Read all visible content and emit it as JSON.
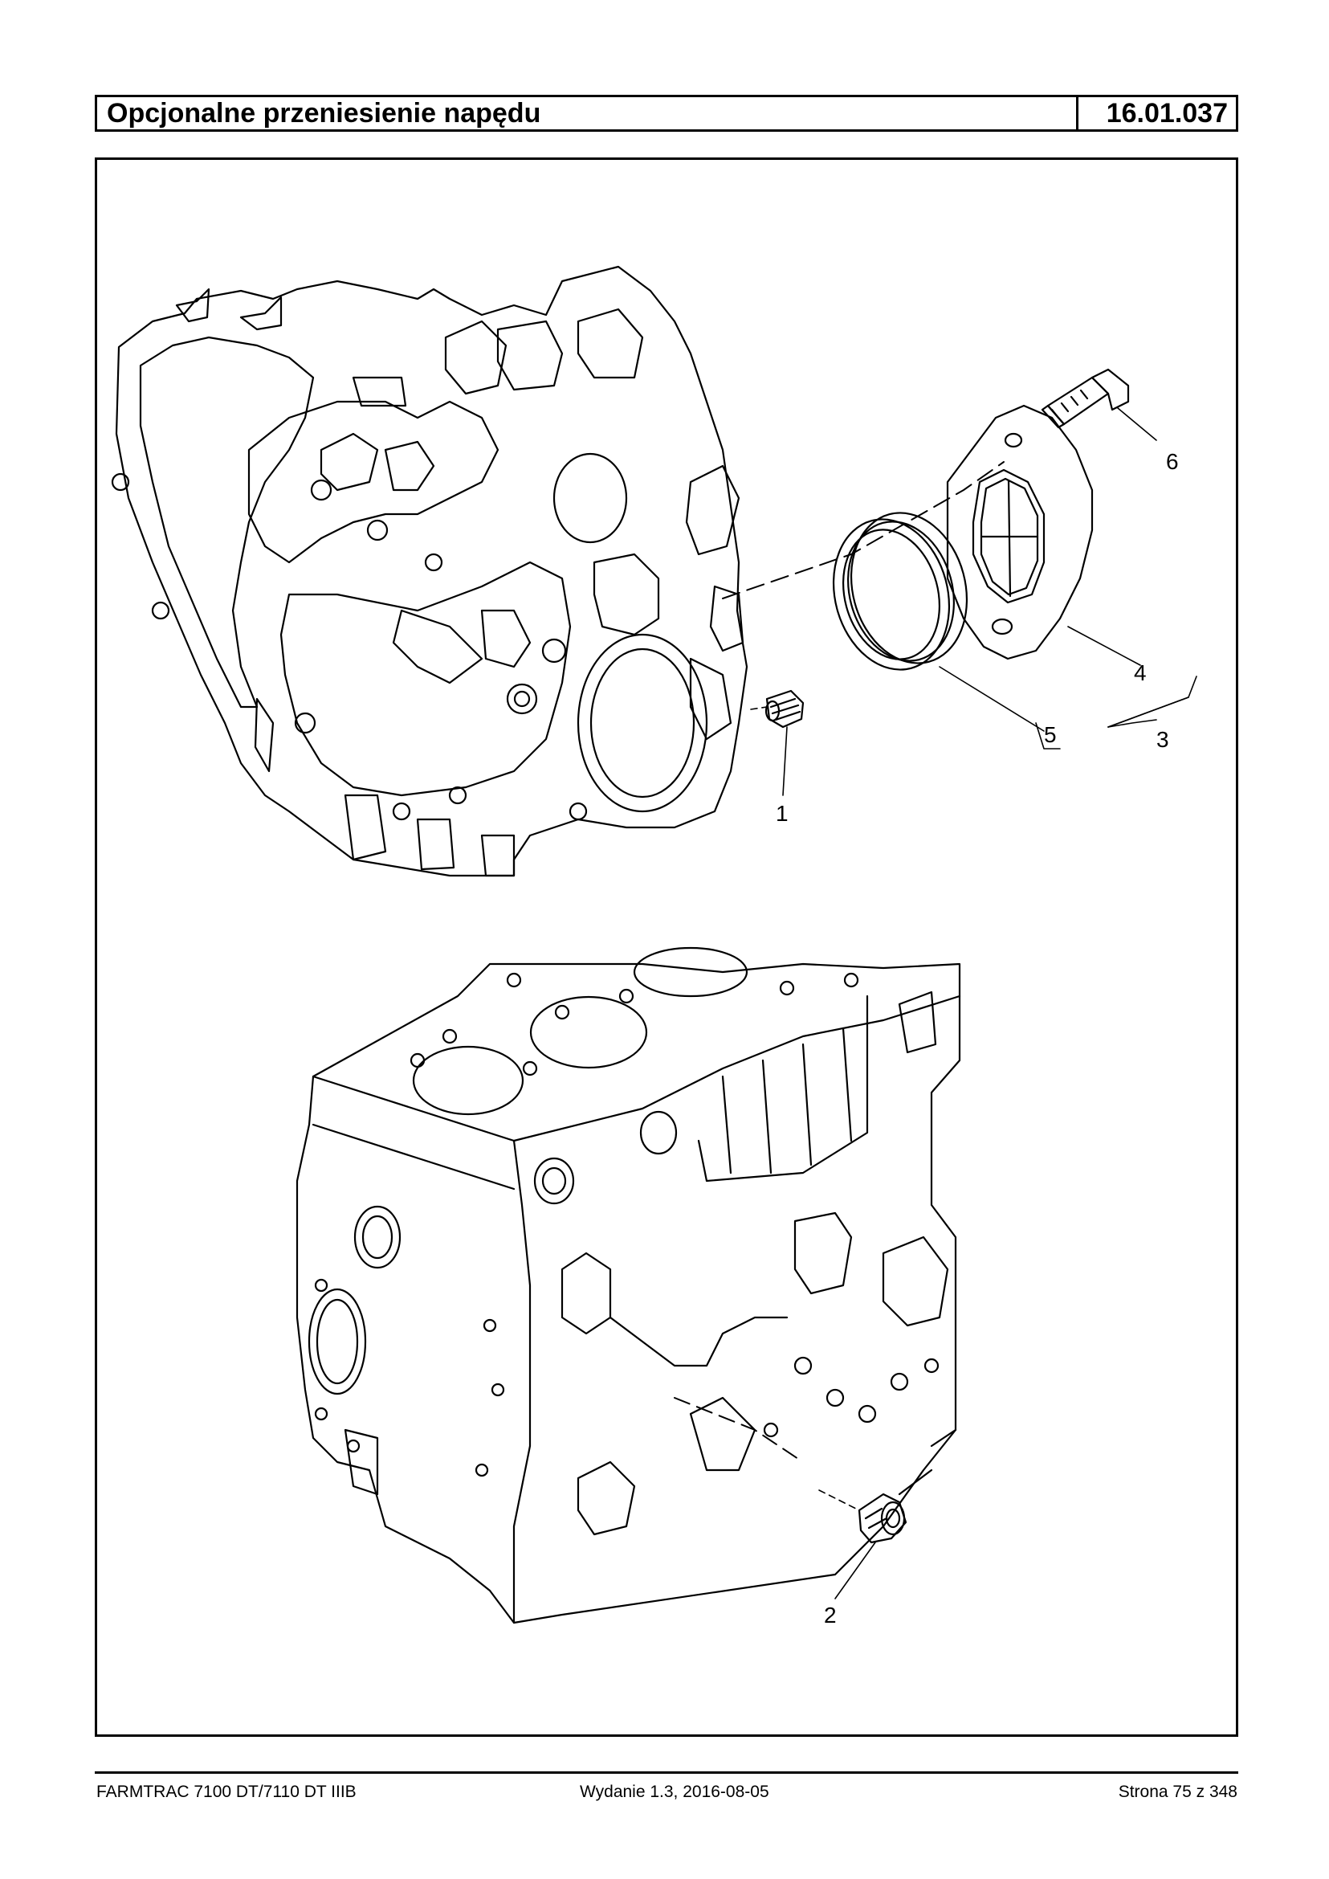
{
  "header": {
    "title": "Opcjonalne przeniesienie napędu",
    "code": "16.01.037"
  },
  "drawing": {
    "callouts": [
      "1",
      "2",
      "3",
      "4",
      "5",
      "6"
    ]
  },
  "footer": {
    "model": "FARMTRAC 7100 DT/7110 DT IIIB",
    "edition": "Wydanie 1.3,  2016-08-05",
    "page": "Strona 75 z 348"
  }
}
